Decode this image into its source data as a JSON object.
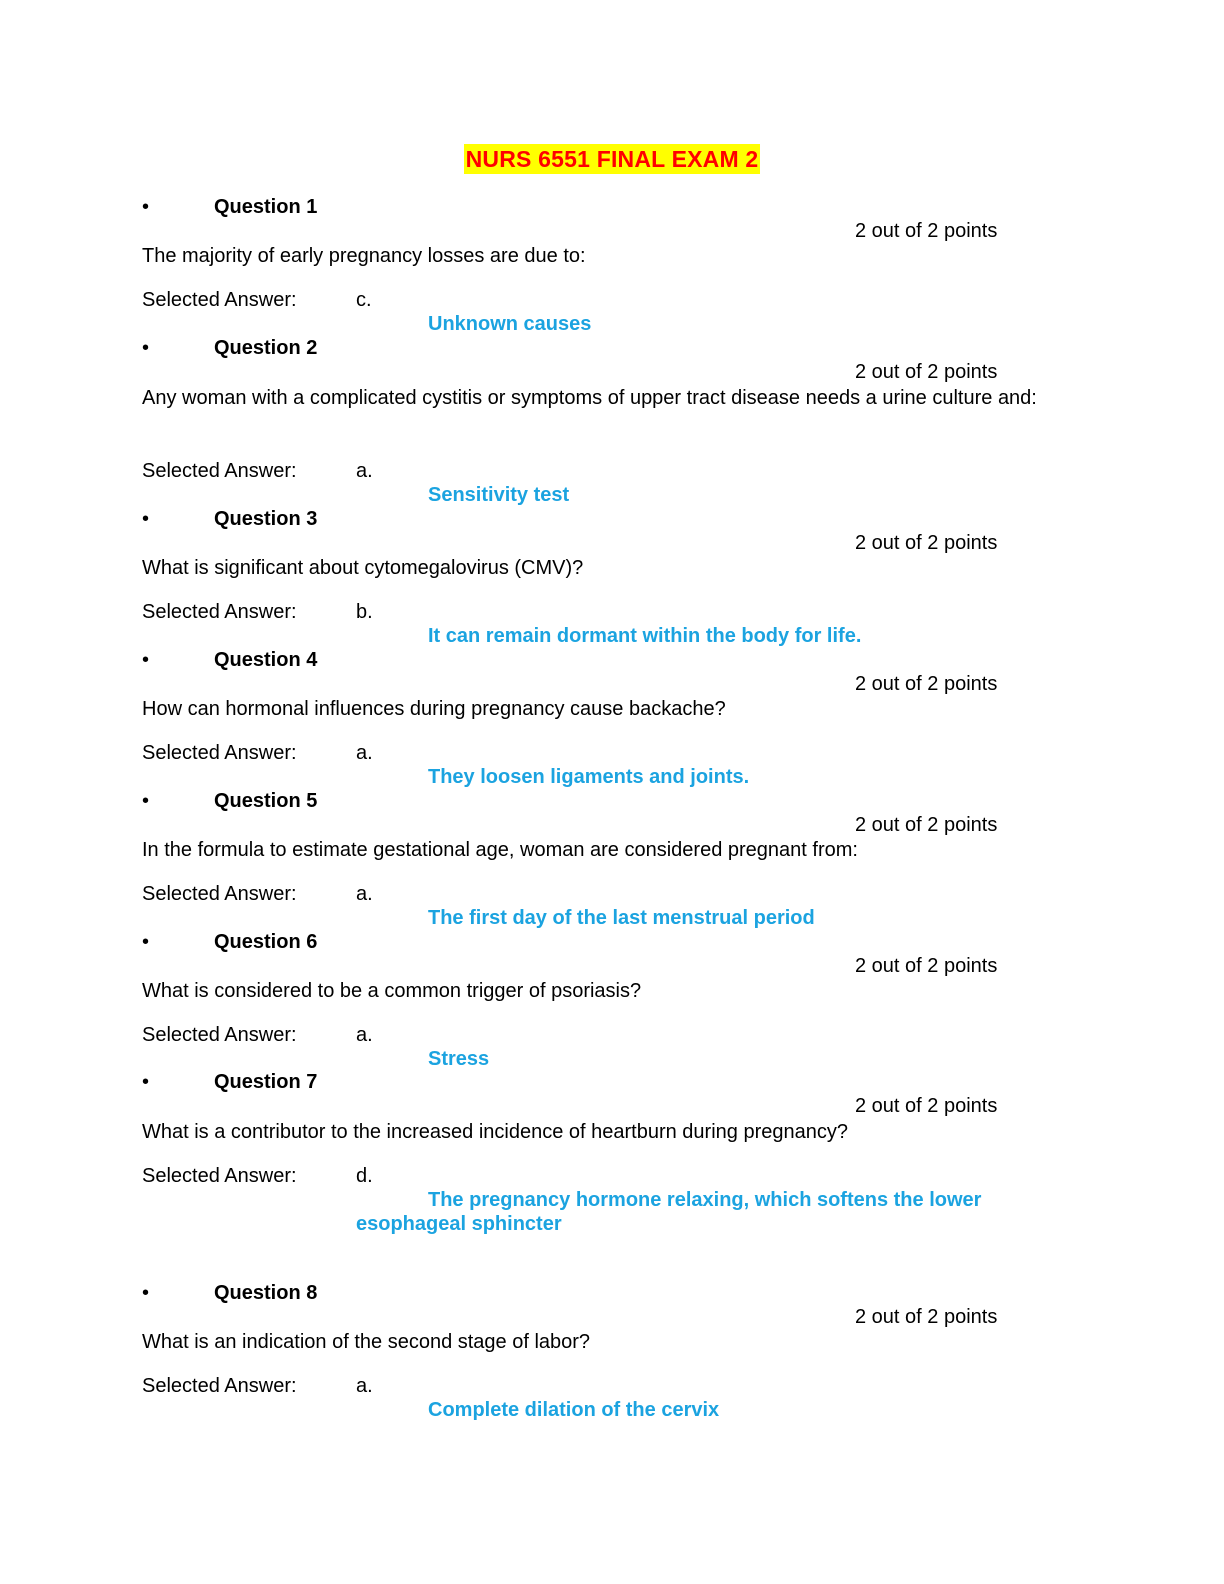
{
  "document": {
    "title": "NURS 6551 FINAL EXAM 2",
    "bullet_glyph": "•",
    "selected_answer_label": "Selected Answer:",
    "colors": {
      "title_text": "#ff0000",
      "title_highlight": "#ffff00",
      "answer_text": "#1ba3e0"
    }
  },
  "questions": [
    {
      "label": "Question 1",
      "points": "2 out of 2 points",
      "text": "The majority of early pregnancy losses are due to:",
      "letter": "c.",
      "answer": "Unknown causes"
    },
    {
      "label": "Question 2",
      "points": "2 out of 2 points",
      "text": "Any woman with a complicated cystitis or symptoms of upper tract disease needs a urine culture and:",
      "letter": "a.",
      "answer": "Sensitivity test"
    },
    {
      "label": "Question 3",
      "points": "2 out of 2 points",
      "text": " What is significant about cytomegalovirus (CMV)?",
      "letter": "b.",
      "answer": "It can remain dormant within the body for life."
    },
    {
      "label": "Question 4",
      "points": "2 out of 2 points",
      "text": " How can hormonal influences during pregnancy cause backache?",
      "letter": "a.",
      "answer": "They loosen ligaments and joints."
    },
    {
      "label": "Question 5",
      "points": "2 out of 2 points",
      "text": " In the formula to estimate gestational age, woman are considered pregnant from:",
      "letter": "a.",
      "answer": "The first day of the last menstrual period"
    },
    {
      "label": "Question 6",
      "points": "2 out of 2 points",
      "text": " What is considered to be a common trigger of psoriasis?",
      "letter": "a.",
      "answer": "Stress"
    },
    {
      "label": "Question 7",
      "points": "2 out of 2 points",
      "text": " What is a contributor to the increased incidence of heartburn during pregnancy?",
      "letter": "d.",
      "answer": "The pregnancy hormone relaxing, which softens the lower esophageal sphincter"
    },
    {
      "label": "Question 8",
      "points": "2 out of 2 points",
      "text": "What is an indication of the second stage of labor?",
      "letter": "a.",
      "answer": "Complete dilation of the cervix"
    }
  ]
}
